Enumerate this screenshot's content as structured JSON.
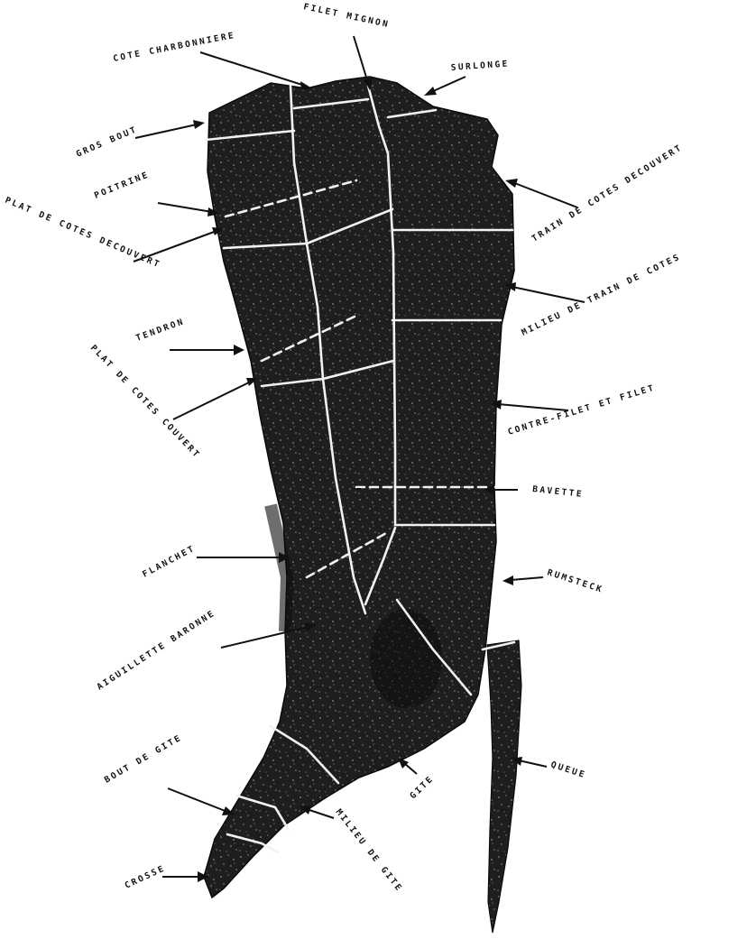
{
  "figure": {
    "colors": {
      "carcass": "#1c1c1c",
      "cut_lines": "#f2f2f2",
      "text": "#111111"
    },
    "labels": {
      "cote_charbonniere": "COTE CHARBONNIERE",
      "filet_mignon": "FILET MIGNON",
      "surlonge": "SURLONGE",
      "gros_bout": "GROS BOUT",
      "poitrine": "POITRINE",
      "plat_de_cotes_decouvert": "PLAT DE COTES DECOUVERT",
      "train_de_cotes_decouvert": "TRAIN DE COTES DECOUVERT",
      "milieu_de_train_de_cotes": "MILIEU DE TRAIN DE COTES",
      "tendron": "TENDRON",
      "plat_de_cotes_couvert": "PLAT DE COTES COUVERT",
      "contre_filet_et_filet": "CONTRE-FILET ET FILET",
      "bavette": "BAVETTE",
      "flanchet": "FLANCHET",
      "rumsteck": "RUMSTECK",
      "aiguillette_baronne": "AIGUILLETTE BARONNE",
      "queue": "QUEUE",
      "bout_de_gite": "BOUT DE GITE",
      "gite": "GITE",
      "milieu_de_gite": "MILIEU DE GITE",
      "crosse": "CROSSE"
    }
  }
}
